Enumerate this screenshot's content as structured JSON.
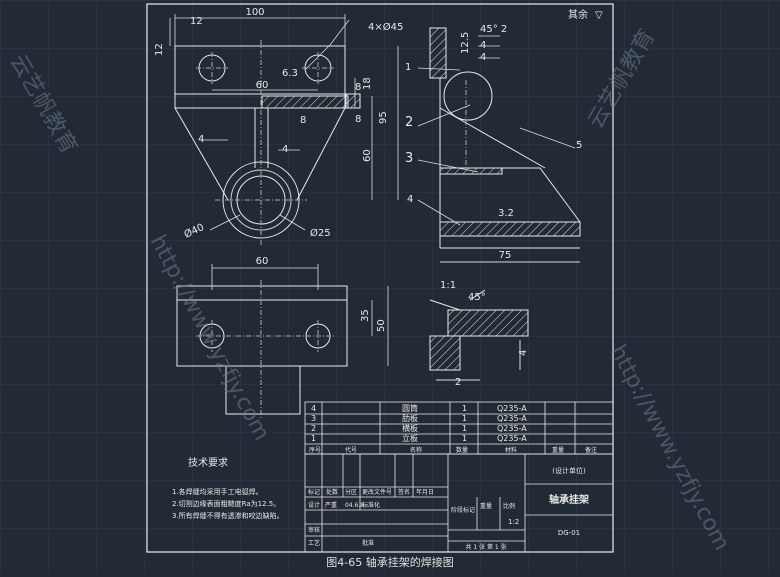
{
  "drawing": {
    "figure_caption": "图4-65   轴承挂架的焊接图",
    "roughness_note": "其余",
    "part_numbers": [
      "1",
      "2",
      "3",
      "4",
      "5"
    ],
    "dims": {
      "top_width": "100",
      "holes": "4×Ø45",
      "small_12_top": "12",
      "small_12_left": "12",
      "hole_spacing_top": "60",
      "r63": "6.3",
      "thk8_a": "8",
      "thk8_b": "8",
      "thk8_c": "8",
      "h18": "18",
      "h95": "95",
      "h60": "60",
      "d40": "Ø40",
      "d25": "Ø25",
      "weld4_a": "4",
      "weld4_b": "4",
      "spacing60_bottom": "60",
      "h35": "35",
      "h50": "50",
      "scale": "1:1",
      "angle45": "45°",
      "small4": "4",
      "small2": "2",
      "angle45_2": "45° 2",
      "weld4_c": "4",
      "weld4_d": "4",
      "r125": "12.5",
      "r32": "3.2",
      "w75": "75"
    },
    "tech_req": {
      "title": "技术要求",
      "lines": [
        "1.各焊缝均采用手工电弧焊。",
        "2.切割边缘表面粗糙度Ra为12.5。",
        "3.所有焊缝不得有透渗和咬边缺陷。"
      ]
    },
    "bom": {
      "rows": [
        {
          "no": "4",
          "name": "圆筒",
          "qty": "1",
          "material": "Q235-A"
        },
        {
          "no": "3",
          "name": "肋板",
          "qty": "1",
          "material": "Q235-A"
        },
        {
          "no": "2",
          "name": "横板",
          "qty": "1",
          "material": "Q235-A"
        },
        {
          "no": "1",
          "name": "立板",
          "qty": "1",
          "material": "Q235-A"
        }
      ],
      "headers": [
        "序号",
        "代号",
        "名称",
        "数量",
        "材料",
        "重量",
        "备注"
      ]
    },
    "title_block": {
      "design_unit": "(设计单位)",
      "part_name": "轴承挂架",
      "drawing_no": "DG-01",
      "scale": "1:2",
      "sheets": "共 1 张   第 1 张",
      "stage_label": "阶段标记",
      "weight": "重量",
      "scale_label": "比例",
      "labels": [
        "标记",
        "处数",
        "分区",
        "更改文件号",
        "签名",
        "年月日"
      ],
      "row_labels": [
        "设计",
        "审核",
        "工艺",
        "批准"
      ],
      "std": "严重",
      "date": "04.6.8",
      "std2": "标准化"
    },
    "watermark": {
      "site": "http://www.yzfjy.com",
      "brand": "云艺帆教育"
    }
  }
}
